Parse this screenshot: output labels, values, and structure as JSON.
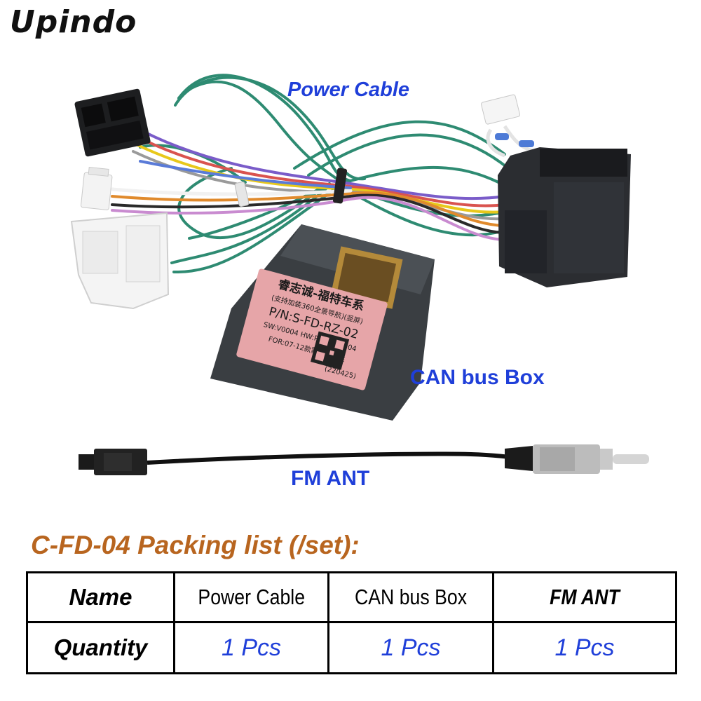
{
  "brand": "Upindo",
  "labels": {
    "power_cable": "Power Cable",
    "can_bus_box": "CAN bus Box",
    "fm_ant": "FM ANT"
  },
  "can_box_sticker": {
    "line1": "睿志诚-福特车系",
    "line2": "(支持加装360全景导航)(竖屏)",
    "line3": "P/N:S-FD-RZ-02",
    "line4": "SW:V0004 HW:RN-ND-0104",
    "line5": "FOR:07-12款蒙迪欧致胜",
    "line6": "(220425)"
  },
  "packing_list": {
    "title": "C-FD-04 Packing list (/set):",
    "row_header_name": "Name",
    "row_header_quantity": "Quantity",
    "items": [
      {
        "name": "Power Cable",
        "quantity": "1 Pcs"
      },
      {
        "name": "CAN bus Box",
        "quantity": "1 Pcs"
      },
      {
        "name": "FM ANT",
        "quantity": "1 Pcs"
      }
    ]
  },
  "colors": {
    "label_blue": "#1f3fd9",
    "title_orange": "#b8651f",
    "wire_green": "#2e8b72",
    "box_gray": "#3a3e42",
    "sticker_pink": "#e6a5a8"
  }
}
